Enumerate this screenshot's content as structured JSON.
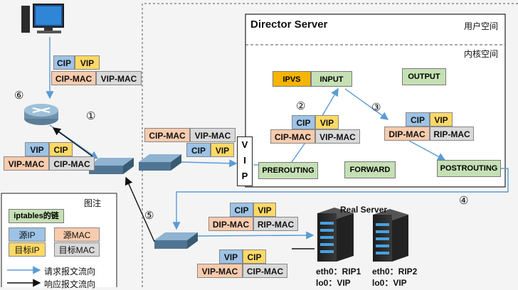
{
  "director": {
    "title": "Director Server",
    "user_space": "用户空间",
    "kernel_space": "内核空间",
    "chains": {
      "ipvs": "IPVS",
      "input": "INPUT",
      "output": "OUTPUT",
      "prerouting": "PREROUTING",
      "forward": "FORWARD",
      "postrouting": "POSTROUTING"
    }
  },
  "vip_box": [
    "V",
    "I",
    "P"
  ],
  "steps": [
    "①",
    "②",
    "③",
    "④",
    "⑤",
    "⑥"
  ],
  "packets": {
    "p_client": {
      "ip1": "CIP",
      "ip2": "VIP",
      "mac1": "CIP-MAC",
      "mac2": "VIP-MAC"
    },
    "p_router_resp": {
      "ip1": "VIP",
      "ip2": "CIP",
      "mac1": "VIP-MAC",
      "mac2": "CIP-MAC"
    },
    "p_to_vip": {
      "mac1": "CIP-MAC",
      "mac2": "VIP-MAC",
      "ip1": "CIP",
      "ip2": "VIP"
    },
    "p_step2": {
      "ip1": "CIP",
      "ip2": "VIP",
      "mac1": "CIP-MAC",
      "mac2": "VIP-MAC"
    },
    "p_step3": {
      "ip1": "CIP",
      "ip2": "VIP",
      "mac1": "DIP-MAC",
      "mac2": "RIP-MAC"
    },
    "p_to_rs": {
      "ip1": "CIP",
      "ip2": "VIP",
      "mac1": "DIP-MAC",
      "mac2": "RIP-MAC"
    },
    "p_rs_resp": {
      "ip1": "VIP",
      "ip2": "CIP",
      "mac1": "VIP-MAC",
      "mac2": "CIP-MAC"
    }
  },
  "real_server": {
    "title": "Real Server",
    "rs1": {
      "eth": "eth0：RIP1",
      "lo": "lo0：VIP"
    },
    "rs2": {
      "eth": "eth0：RIP2",
      "lo": "lo0：VIP"
    }
  },
  "legend": {
    "title": "图注",
    "chain": "iptables的链",
    "src_ip": "源IP",
    "src_mac": "源MAC",
    "dst_ip": "目标IP",
    "dst_mac": "目标MAC",
    "request": "请求报文流向",
    "response": "响应报文流向"
  },
  "colors": {
    "cip": "#9dc3e6",
    "vip": "#ffd966",
    "mac_src": "#f8cbad",
    "mac_dst": "#d9d9d9",
    "chain_green": "#c5e0b4",
    "ipvs_orange": "#f5b400",
    "request_line": "#5b9bd5",
    "response_line": "#111111"
  }
}
